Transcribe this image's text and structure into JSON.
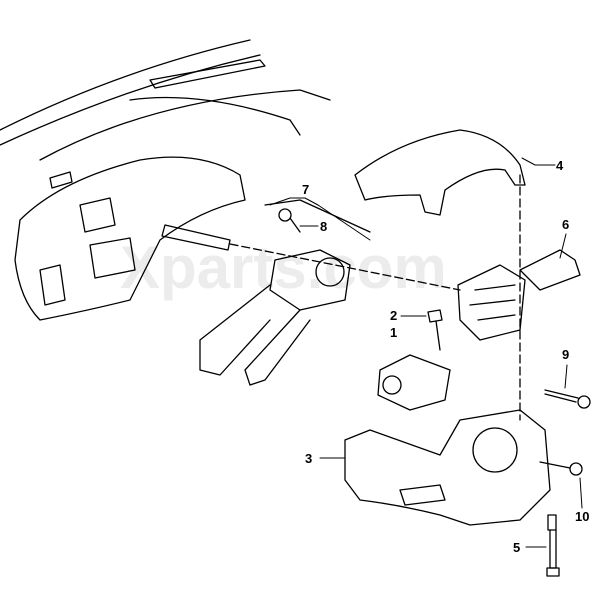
{
  "diagram": {
    "watermark": "Xparts.com",
    "part_labels": [
      "1",
      "2",
      "3",
      "4",
      "5",
      "6",
      "7",
      "8",
      "9",
      "10"
    ]
  }
}
